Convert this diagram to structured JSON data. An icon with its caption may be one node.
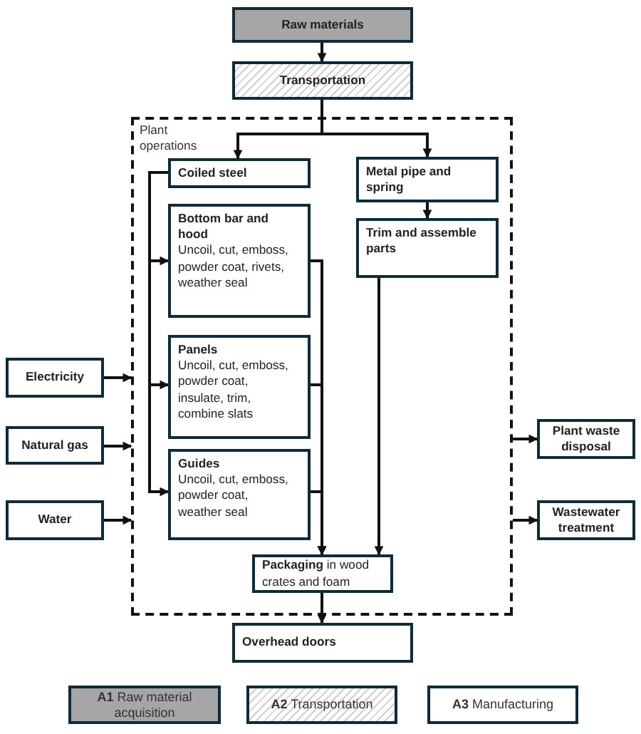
{
  "diagram": {
    "nodes": [
      {
        "text": [
          "Raw materials"
        ]
      },
      {
        "text": [
          "Transportation"
        ]
      },
      {
        "text": [
          "Plant operations"
        ]
      },
      {
        "text": [
          "Coiled steel"
        ],
        "in": 2
      },
      {
        "text": [
          "Bottom bar and hood",
          "Uncoil, cut, emboss, powder coat, rivets, weather seal"
        ],
        "in": 2
      },
      {
        "text": [
          "Panels",
          "Uncoil, cut, emboss, powder coat, insulate, trim, combine slats"
        ],
        "in": 2
      },
      {
        "text": [
          "Guides",
          "Uncoil, cut, emboss, powder coat, weather seal"
        ],
        "in": 2
      },
      {
        "text": [
          "Metal pipe and spring"
        ],
        "in": 2
      },
      {
        "text": [
          "Trim and assemble parts"
        ],
        "in": 2
      },
      {
        "text": [
          "**Packaging** in wood crates and foam"
        ],
        "in": 2
      },
      {
        "text": [
          "Electricity"
        ]
      },
      {
        "text": [
          "Natural gas"
        ]
      },
      {
        "text": [
          "Water"
        ]
      },
      {
        "text": [
          "Plant waste disposal"
        ]
      },
      {
        "text": [
          "Wastewater treatment"
        ]
      },
      {
        "text": [
          "Overhead doors"
        ]
      }
    ],
    "edges": [
      {
        "from": 0,
        "to": 1,
        "arrow": "to"
      },
      {
        "from": 1,
        "to": 3,
        "arrow": "to"
      },
      {
        "from": 1,
        "to": 7,
        "arrow": "to"
      },
      {
        "from": 3,
        "to": 4,
        "arrow": "to"
      },
      {
        "from": 3,
        "to": 5,
        "arrow": "to"
      },
      {
        "from": 3,
        "to": 6,
        "arrow": "to"
      },
      {
        "from": 4,
        "to": 9,
        "arrow": "to"
      },
      {
        "from": 5,
        "to": 9,
        "arrow": "to"
      },
      {
        "from": 6,
        "to": 9,
        "arrow": "to"
      },
      {
        "from": 7,
        "to": 8,
        "arrow": "to"
      },
      {
        "from": 8,
        "to": 9,
        "arrow": "to"
      },
      {
        "from": 9,
        "to": 15,
        "arrow": "to"
      },
      {
        "from": 10,
        "to": 2,
        "arrow": "to"
      },
      {
        "from": 11,
        "to": 2,
        "arrow": "to"
      },
      {
        "from": 12,
        "to": 2,
        "arrow": "to"
      },
      {
        "from": 2,
        "to": 13,
        "arrow": "to"
      },
      {
        "from": 2,
        "to": 14,
        "arrow": "to"
      }
    ],
    "legend": [
      {
        "text": "**A1** Raw material acquisition",
        "color": "#a6a6a6"
      },
      {
        "text": "**A2** Transportation"
      },
      {
        "text": "**A3** Manufacturing",
        "color": "#ffffff"
      }
    ]
  }
}
